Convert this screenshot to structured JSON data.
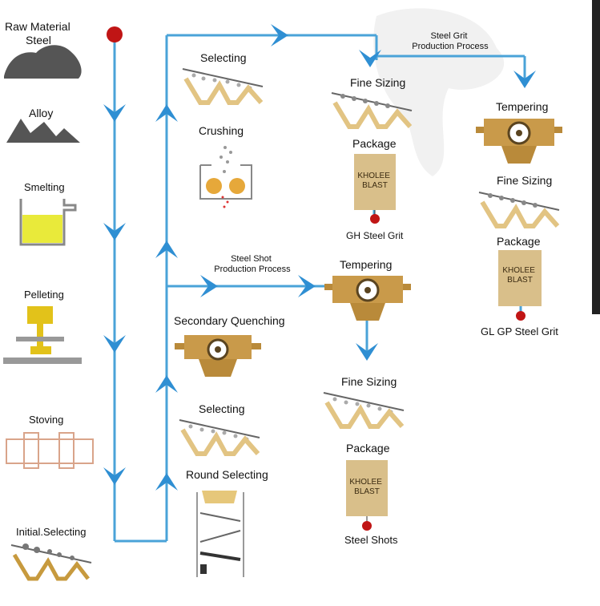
{
  "colors": {
    "flow_line": "#4aa3d8",
    "arrow": "#2f8fd3",
    "dot": "#c01515",
    "machine": "#b98a3a",
    "machine_light": "#e2c483",
    "rock": "#555555",
    "smelt_fill": "#e9ea3a",
    "pellet_yellow": "#e2c21a",
    "stove": "#d9a48a",
    "package": "#d9bf8a"
  },
  "left_column": {
    "raw_material": "Raw Material\nSteel",
    "alloy": "Alloy",
    "smelting": "Smelting",
    "pelleting": "Pelleting",
    "stoving": "Stoving",
    "initial_selecting": "Initial.Selecting"
  },
  "middle_column": {
    "selecting_top": "Selecting",
    "crushing": "Crushing",
    "secondary_quenching": "Secondary Quenching",
    "selecting_bottom": "Selecting",
    "round_selecting": "Round Selecting"
  },
  "steel_shot": {
    "process_label": "Steel Shot\nProduction Process",
    "tempering": "Tempering",
    "fine_sizing": "Fine Sizing",
    "package": "Package",
    "package_text": "KHOLEE\nBLAST",
    "product": "Steel Shots"
  },
  "gh_grit": {
    "fine_sizing": "Fine Sizing",
    "package": "Package",
    "package_text": "KHOLEE\nBLAST",
    "product": "GH Steel Grit"
  },
  "steel_grit": {
    "process_label": "Steel Grit\nProduction Process",
    "tempering": "Tempering",
    "fine_sizing": "Fine Sizing",
    "package": "Package",
    "package_text": "KHOLEE\nBLAST",
    "product": "GL GP Steel  Grit"
  }
}
